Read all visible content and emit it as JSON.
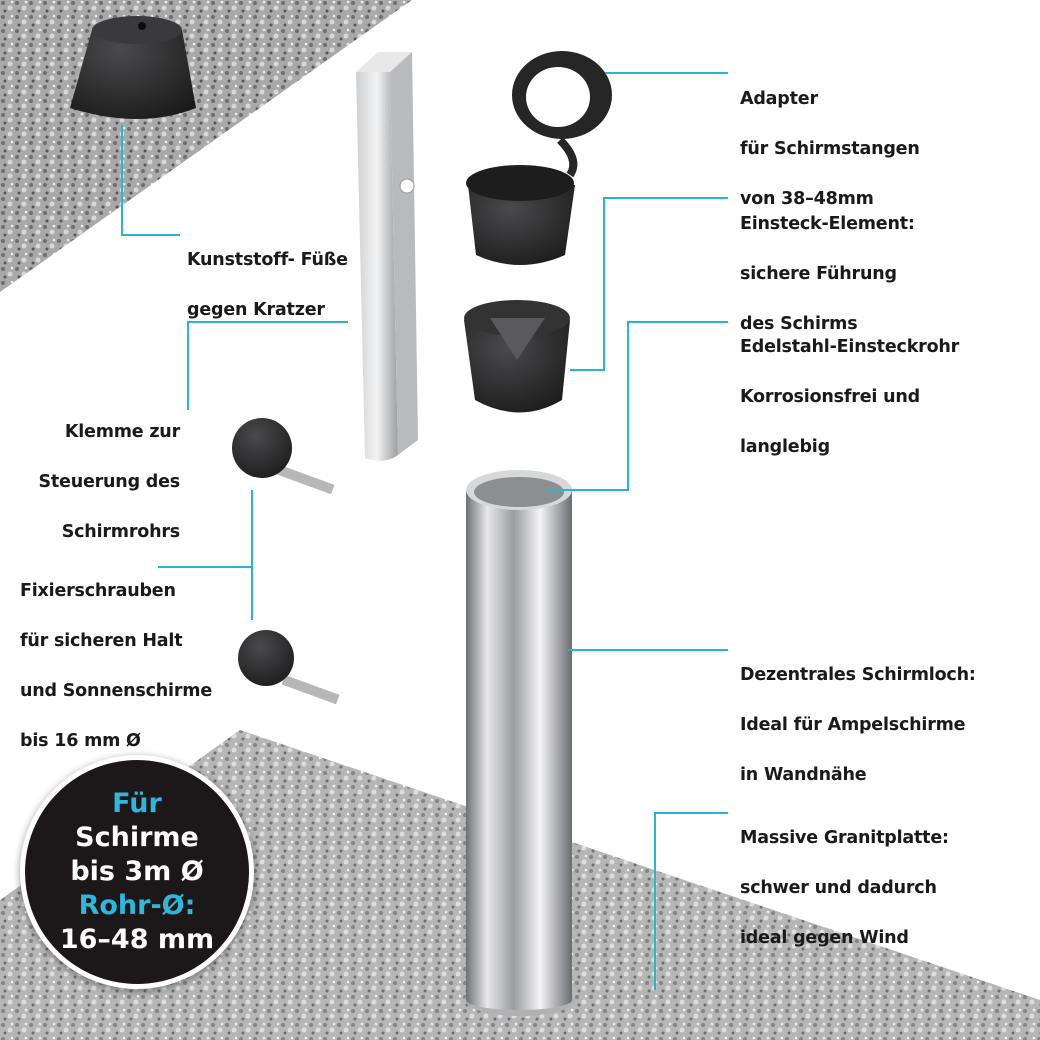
{
  "accent_color": "#2ab3d4",
  "labels": {
    "kunststoff": [
      "Kunststoff- Füße",
      "gegen Kratzer"
    ],
    "klemme": [
      "Klemme zur",
      "Steuerung des",
      "Schirmrohrs"
    ],
    "fixier": [
      "Fixierschrauben",
      "für sicheren Halt",
      "und Sonnenschirme",
      "bis 16 mm Ø"
    ],
    "adapter": [
      "Adapter",
      "für Schirmstangen",
      "von 38–48mm"
    ],
    "einsteck": [
      "Einsteck-Element:",
      "sichere Führung",
      "des Schirms"
    ],
    "edelstahl": [
      "Edelstahl-Einsteckrohr",
      "Korrosionsfrei und",
      "langlebig"
    ],
    "dezentral": [
      "Dezentrales Schirmloch:",
      "Ideal für Ampelschirme",
      "in Wandnähe"
    ],
    "granit": [
      "Massive Granitplatte:",
      "schwer und dadurch",
      "ideal gegen Wind"
    ]
  },
  "badge": {
    "line1": "Für",
    "line2": "Schirme",
    "line3": "bis 3m Ø",
    "line4": "Rohr-Ø:",
    "line5": "16–48 mm"
  }
}
